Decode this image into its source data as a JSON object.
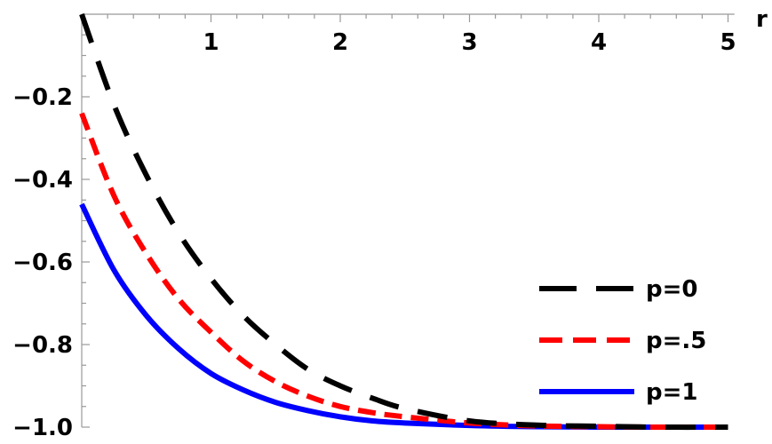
{
  "chart_data": {
    "type": "line",
    "xlabel": "r",
    "ylabel": "",
    "xlim": [
      0,
      5.05
    ],
    "ylim": [
      -1.0,
      0
    ],
    "x_ticks": [
      1,
      2,
      3,
      4,
      5
    ],
    "x_tick_labels": [
      "1",
      "2",
      "3",
      "4",
      "5"
    ],
    "y_ticks": [
      -0.2,
      -0.4,
      -0.6,
      -0.8,
      -1.0
    ],
    "y_tick_labels": [
      "-0.2",
      "-0.4",
      "-0.6",
      "-0.8",
      "-1.0"
    ],
    "grid": false,
    "legend_position": "bottom-right",
    "series": [
      {
        "name": "p=0",
        "color": "#000000",
        "dash": "long-dash",
        "x": [
          0.0,
          0.25,
          0.5,
          0.75,
          1.0,
          1.25,
          1.5,
          1.75,
          2.0,
          2.25,
          2.5,
          3.0,
          3.5,
          4.0,
          4.5,
          5.0
        ],
        "y": [
          0.0,
          -0.22,
          -0.39,
          -0.53,
          -0.64,
          -0.73,
          -0.8,
          -0.86,
          -0.9,
          -0.93,
          -0.955,
          -0.985,
          -0.995,
          -0.998,
          -1.0,
          -1.0
        ]
      },
      {
        "name": "p=.5",
        "color": "#ff0000",
        "dash": "short-dash",
        "x": [
          0.0,
          0.25,
          0.5,
          0.75,
          1.0,
          1.25,
          1.5,
          1.75,
          2.0,
          2.25,
          2.5,
          3.0,
          3.5,
          4.0,
          4.5,
          5.0
        ],
        "y": [
          -0.24,
          -0.44,
          -0.58,
          -0.69,
          -0.77,
          -0.84,
          -0.89,
          -0.925,
          -0.95,
          -0.965,
          -0.975,
          -0.99,
          -0.997,
          -0.999,
          -1.0,
          -1.0
        ]
      },
      {
        "name": "p=1",
        "color": "#0000ff",
        "dash": "solid",
        "x": [
          0.0,
          0.25,
          0.5,
          0.75,
          1.0,
          1.25,
          1.5,
          1.75,
          2.0,
          2.25,
          2.5,
          3.0,
          3.5,
          4.0,
          4.5,
          5.0
        ],
        "y": [
          -0.46,
          -0.62,
          -0.73,
          -0.81,
          -0.87,
          -0.91,
          -0.94,
          -0.96,
          -0.975,
          -0.985,
          -0.99,
          -0.996,
          -0.999,
          -1.0,
          -1.0,
          -1.0
        ]
      }
    ]
  }
}
